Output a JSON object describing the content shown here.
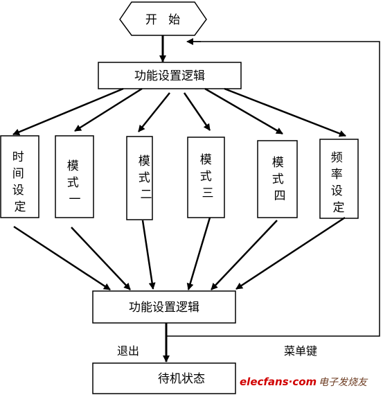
{
  "start": {
    "label": "开   始"
  },
  "logic_top": {
    "label": "功能设置逻辑"
  },
  "modules": [
    {
      "id": "time",
      "label": "时间设定"
    },
    {
      "id": "mode1",
      "label": "模式一"
    },
    {
      "id": "mode2",
      "label": "模式二"
    },
    {
      "id": "mode3",
      "label": "模式三"
    },
    {
      "id": "mode4",
      "label": "模式四"
    },
    {
      "id": "freq",
      "label": "频率设定"
    }
  ],
  "logic_bottom": {
    "label": "功能设置逻辑"
  },
  "standby": {
    "label": "待机状态"
  },
  "edge_labels": {
    "exit": "退出",
    "menu_key": "菜单键"
  },
  "watermark": {
    "brand": "elecfans·com",
    "cn": "电子发烧友"
  }
}
